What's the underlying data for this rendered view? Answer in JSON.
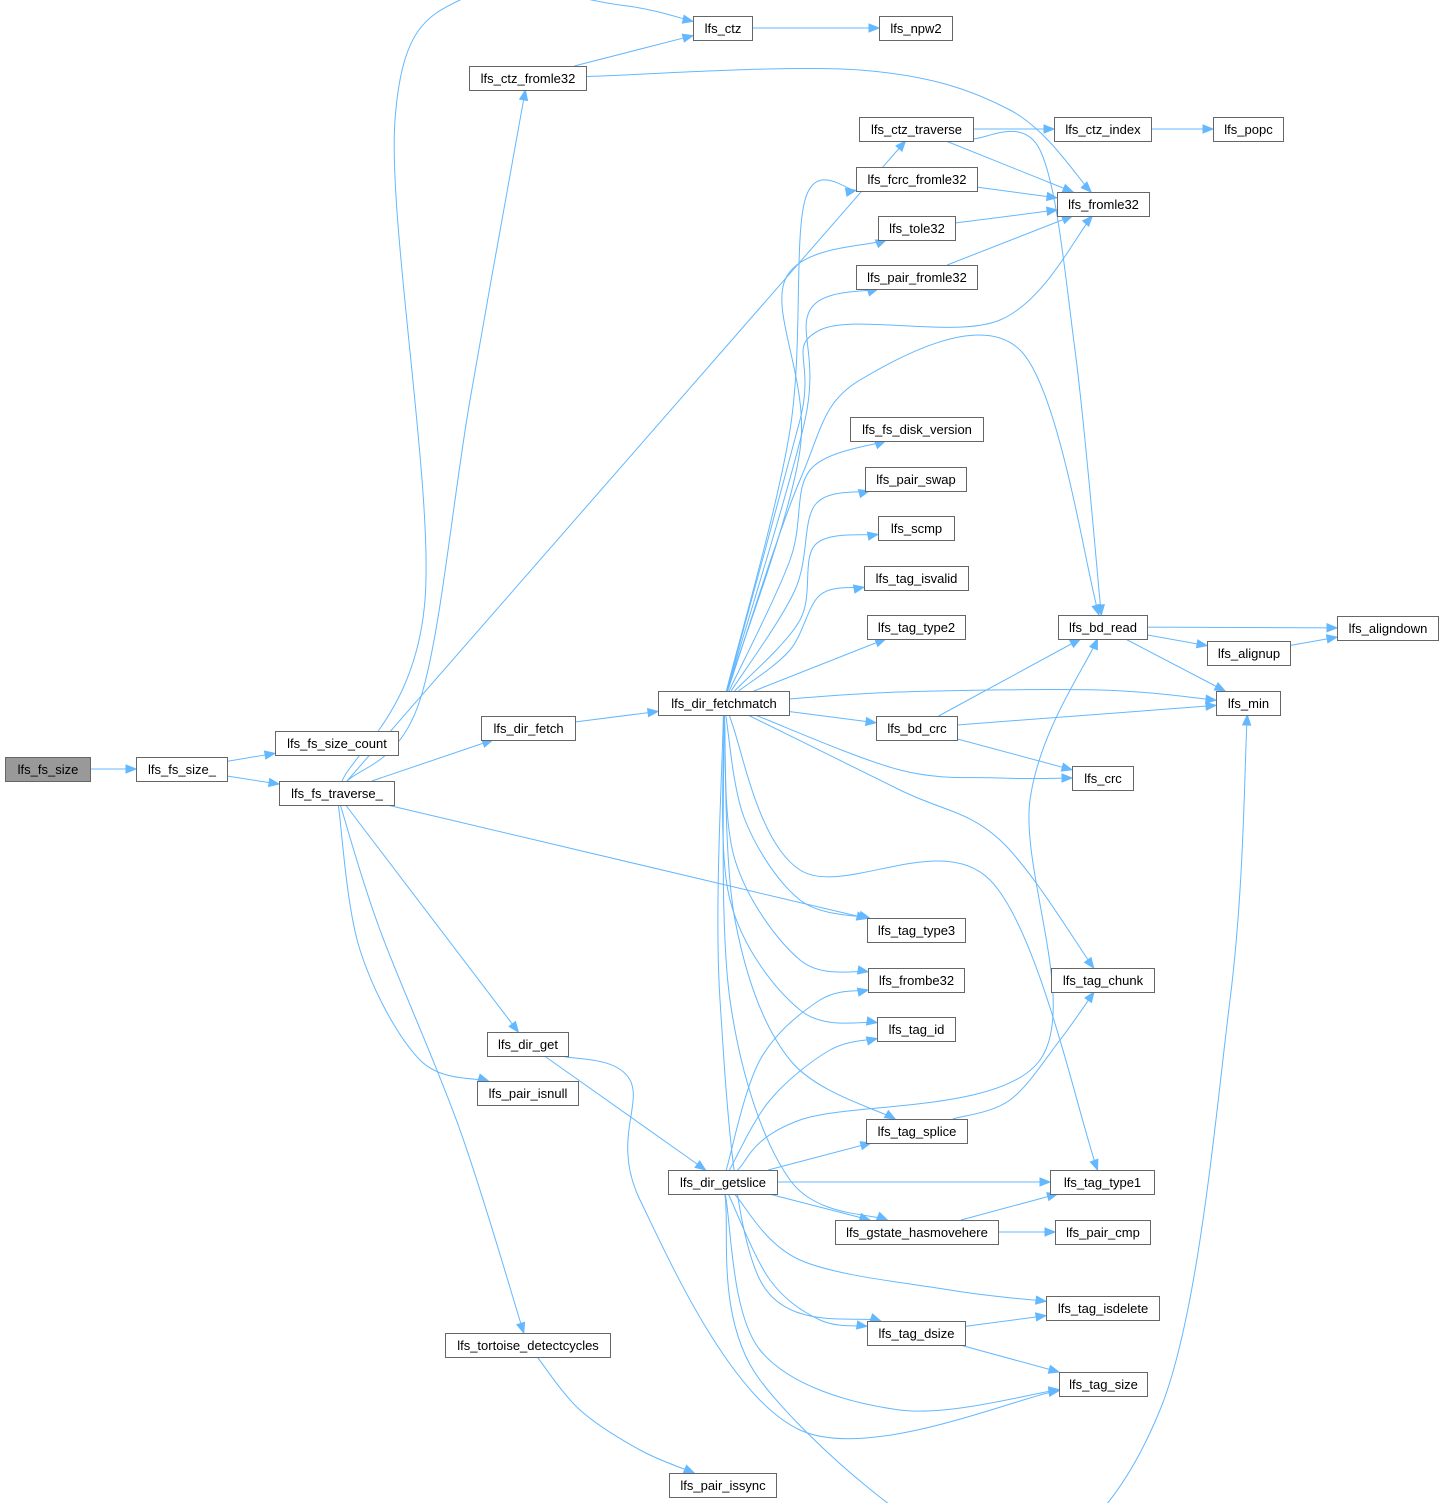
{
  "nodes": [
    {
      "id": "lfs_fs_size",
      "label": "lfs_fs_size",
      "root": true
    },
    {
      "id": "lfs_fs_size_",
      "label": "lfs_fs_size_"
    },
    {
      "id": "lfs_fs_size_count",
      "label": "lfs_fs_size_count"
    },
    {
      "id": "lfs_fs_traverse_",
      "label": "lfs_fs_traverse_"
    },
    {
      "id": "lfs_ctz",
      "label": "lfs_ctz"
    },
    {
      "id": "lfs_npw2",
      "label": "lfs_npw2"
    },
    {
      "id": "lfs_ctz_fromle32",
      "label": "lfs_ctz_fromle32"
    },
    {
      "id": "lfs_ctz_traverse",
      "label": "lfs_ctz_traverse"
    },
    {
      "id": "lfs_ctz_index",
      "label": "lfs_ctz_index"
    },
    {
      "id": "lfs_popc",
      "label": "lfs_popc"
    },
    {
      "id": "lfs_fcrc_fromle32",
      "label": "lfs_fcrc_fromle32"
    },
    {
      "id": "lfs_fromle32",
      "label": "lfs_fromle32"
    },
    {
      "id": "lfs_tole32",
      "label": "lfs_tole32"
    },
    {
      "id": "lfs_pair_fromle32",
      "label": "lfs_pair_fromle32"
    },
    {
      "id": "lfs_fs_disk_version",
      "label": "lfs_fs_disk_version"
    },
    {
      "id": "lfs_pair_swap",
      "label": "lfs_pair_swap"
    },
    {
      "id": "lfs_scmp",
      "label": "lfs_scmp"
    },
    {
      "id": "lfs_tag_isvalid",
      "label": "lfs_tag_isvalid"
    },
    {
      "id": "lfs_tag_type2",
      "label": "lfs_tag_type2"
    },
    {
      "id": "lfs_bd_read",
      "label": "lfs_bd_read"
    },
    {
      "id": "lfs_aligndown",
      "label": "lfs_aligndown"
    },
    {
      "id": "lfs_alignup",
      "label": "lfs_alignup"
    },
    {
      "id": "lfs_dir_fetchmatch",
      "label": "lfs_dir_fetchmatch"
    },
    {
      "id": "lfs_min",
      "label": "lfs_min"
    },
    {
      "id": "lfs_dir_fetch",
      "label": "lfs_dir_fetch"
    },
    {
      "id": "lfs_bd_crc",
      "label": "lfs_bd_crc"
    },
    {
      "id": "lfs_crc",
      "label": "lfs_crc"
    },
    {
      "id": "lfs_tag_type3",
      "label": "lfs_tag_type3"
    },
    {
      "id": "lfs_frombe32",
      "label": "lfs_frombe32"
    },
    {
      "id": "lfs_tag_chunk",
      "label": "lfs_tag_chunk"
    },
    {
      "id": "lfs_tag_id",
      "label": "lfs_tag_id"
    },
    {
      "id": "lfs_dir_get",
      "label": "lfs_dir_get"
    },
    {
      "id": "lfs_pair_isnull",
      "label": "lfs_pair_isnull"
    },
    {
      "id": "lfs_tag_splice",
      "label": "lfs_tag_splice"
    },
    {
      "id": "lfs_dir_getslice",
      "label": "lfs_dir_getslice"
    },
    {
      "id": "lfs_tag_type1",
      "label": "lfs_tag_type1"
    },
    {
      "id": "lfs_gstate_hasmovehere",
      "label": "lfs_gstate_hasmovehere"
    },
    {
      "id": "lfs_pair_cmp",
      "label": "lfs_pair_cmp"
    },
    {
      "id": "lfs_tag_isdelete",
      "label": "lfs_tag_isdelete"
    },
    {
      "id": "lfs_tag_dsize",
      "label": "lfs_tag_dsize"
    },
    {
      "id": "lfs_tortoise_detectcycles",
      "label": "lfs_tortoise_detectcycles"
    },
    {
      "id": "lfs_tag_size",
      "label": "lfs_tag_size"
    },
    {
      "id": "lfs_pair_issync",
      "label": "lfs_pair_issync"
    }
  ],
  "edges": [
    [
      "lfs_fs_size",
      "lfs_fs_size_"
    ],
    [
      "lfs_fs_size_",
      "lfs_fs_size_count"
    ],
    [
      "lfs_fs_size_",
      "lfs_fs_traverse_"
    ],
    [
      "lfs_fs_traverse_",
      "lfs_ctz"
    ],
    [
      "lfs_fs_traverse_",
      "lfs_ctz_fromle32"
    ],
    [
      "lfs_fs_traverse_",
      "lfs_ctz_traverse"
    ],
    [
      "lfs_fs_traverse_",
      "lfs_dir_fetch"
    ],
    [
      "lfs_fs_traverse_",
      "lfs_tag_type3"
    ],
    [
      "lfs_fs_traverse_",
      "lfs_dir_get"
    ],
    [
      "lfs_fs_traverse_",
      "lfs_pair_isnull"
    ],
    [
      "lfs_fs_traverse_",
      "lfs_tortoise_detectcycles"
    ],
    [
      "lfs_ctz",
      "lfs_npw2"
    ],
    [
      "lfs_ctz_fromle32",
      "lfs_ctz"
    ],
    [
      "lfs_ctz_fromle32",
      "lfs_fromle32"
    ],
    [
      "lfs_ctz_traverse",
      "lfs_ctz_index"
    ],
    [
      "lfs_ctz_traverse",
      "lfs_fromle32"
    ],
    [
      "lfs_ctz_traverse",
      "lfs_bd_read"
    ],
    [
      "lfs_ctz_index",
      "lfs_popc"
    ],
    [
      "lfs_fcrc_fromle32",
      "lfs_fromle32"
    ],
    [
      "lfs_tole32",
      "lfs_fromle32"
    ],
    [
      "lfs_pair_fromle32",
      "lfs_fromle32"
    ],
    [
      "lfs_bd_read",
      "lfs_aligndown"
    ],
    [
      "lfs_bd_read",
      "lfs_alignup"
    ],
    [
      "lfs_bd_read",
      "lfs_min"
    ],
    [
      "lfs_alignup",
      "lfs_aligndown"
    ],
    [
      "lfs_dir_fetch",
      "lfs_dir_fetchmatch"
    ],
    [
      "lfs_dir_fetchmatch",
      "lfs_fcrc_fromle32"
    ],
    [
      "lfs_dir_fetchmatch",
      "lfs_tole32"
    ],
    [
      "lfs_dir_fetchmatch",
      "lfs_pair_fromle32"
    ],
    [
      "lfs_dir_fetchmatch",
      "lfs_fromle32"
    ],
    [
      "lfs_dir_fetchmatch",
      "lfs_bd_read"
    ],
    [
      "lfs_dir_fetchmatch",
      "lfs_fs_disk_version"
    ],
    [
      "lfs_dir_fetchmatch",
      "lfs_pair_swap"
    ],
    [
      "lfs_dir_fetchmatch",
      "lfs_scmp"
    ],
    [
      "lfs_dir_fetchmatch",
      "lfs_tag_isvalid"
    ],
    [
      "lfs_dir_fetchmatch",
      "lfs_tag_type2"
    ],
    [
      "lfs_dir_fetchmatch",
      "lfs_min"
    ],
    [
      "lfs_dir_fetchmatch",
      "lfs_bd_crc"
    ],
    [
      "lfs_dir_fetchmatch",
      "lfs_crc"
    ],
    [
      "lfs_dir_fetchmatch",
      "lfs_tag_type3"
    ],
    [
      "lfs_dir_fetchmatch",
      "lfs_frombe32"
    ],
    [
      "lfs_dir_fetchmatch",
      "lfs_tag_id"
    ],
    [
      "lfs_dir_fetchmatch",
      "lfs_tag_chunk"
    ],
    [
      "lfs_dir_fetchmatch",
      "lfs_tag_splice"
    ],
    [
      "lfs_dir_fetchmatch",
      "lfs_tag_type1"
    ],
    [
      "lfs_dir_fetchmatch",
      "lfs_gstate_hasmovehere"
    ],
    [
      "lfs_dir_fetchmatch",
      "lfs_tag_dsize"
    ],
    [
      "lfs_bd_crc",
      "lfs_bd_read"
    ],
    [
      "lfs_bd_crc",
      "lfs_min"
    ],
    [
      "lfs_bd_crc",
      "lfs_crc"
    ],
    [
      "lfs_dir_get",
      "lfs_dir_getslice"
    ],
    [
      "lfs_dir_get",
      "lfs_tag_size"
    ],
    [
      "lfs_tag_splice",
      "lfs_tag_chunk"
    ],
    [
      "lfs_dir_getslice",
      "lfs_frombe32"
    ],
    [
      "lfs_dir_getslice",
      "lfs_tag_id"
    ],
    [
      "lfs_dir_getslice",
      "lfs_bd_read"
    ],
    [
      "lfs_dir_getslice",
      "lfs_tag_splice"
    ],
    [
      "lfs_dir_getslice",
      "lfs_tag_type1"
    ],
    [
      "lfs_dir_getslice",
      "lfs_gstate_hasmovehere"
    ],
    [
      "lfs_dir_getslice",
      "lfs_tag_isdelete"
    ],
    [
      "lfs_dir_getslice",
      "lfs_tag_dsize"
    ],
    [
      "lfs_dir_getslice",
      "lfs_tag_size"
    ],
    [
      "lfs_dir_getslice",
      "lfs_min"
    ],
    [
      "lfs_gstate_hasmovehere",
      "lfs_tag_type1"
    ],
    [
      "lfs_gstate_hasmovehere",
      "lfs_pair_cmp"
    ],
    [
      "lfs_tag_dsize",
      "lfs_tag_isdelete"
    ],
    [
      "lfs_tag_dsize",
      "lfs_tag_size"
    ],
    [
      "lfs_tortoise_detectcycles",
      "lfs_pair_issync"
    ]
  ]
}
